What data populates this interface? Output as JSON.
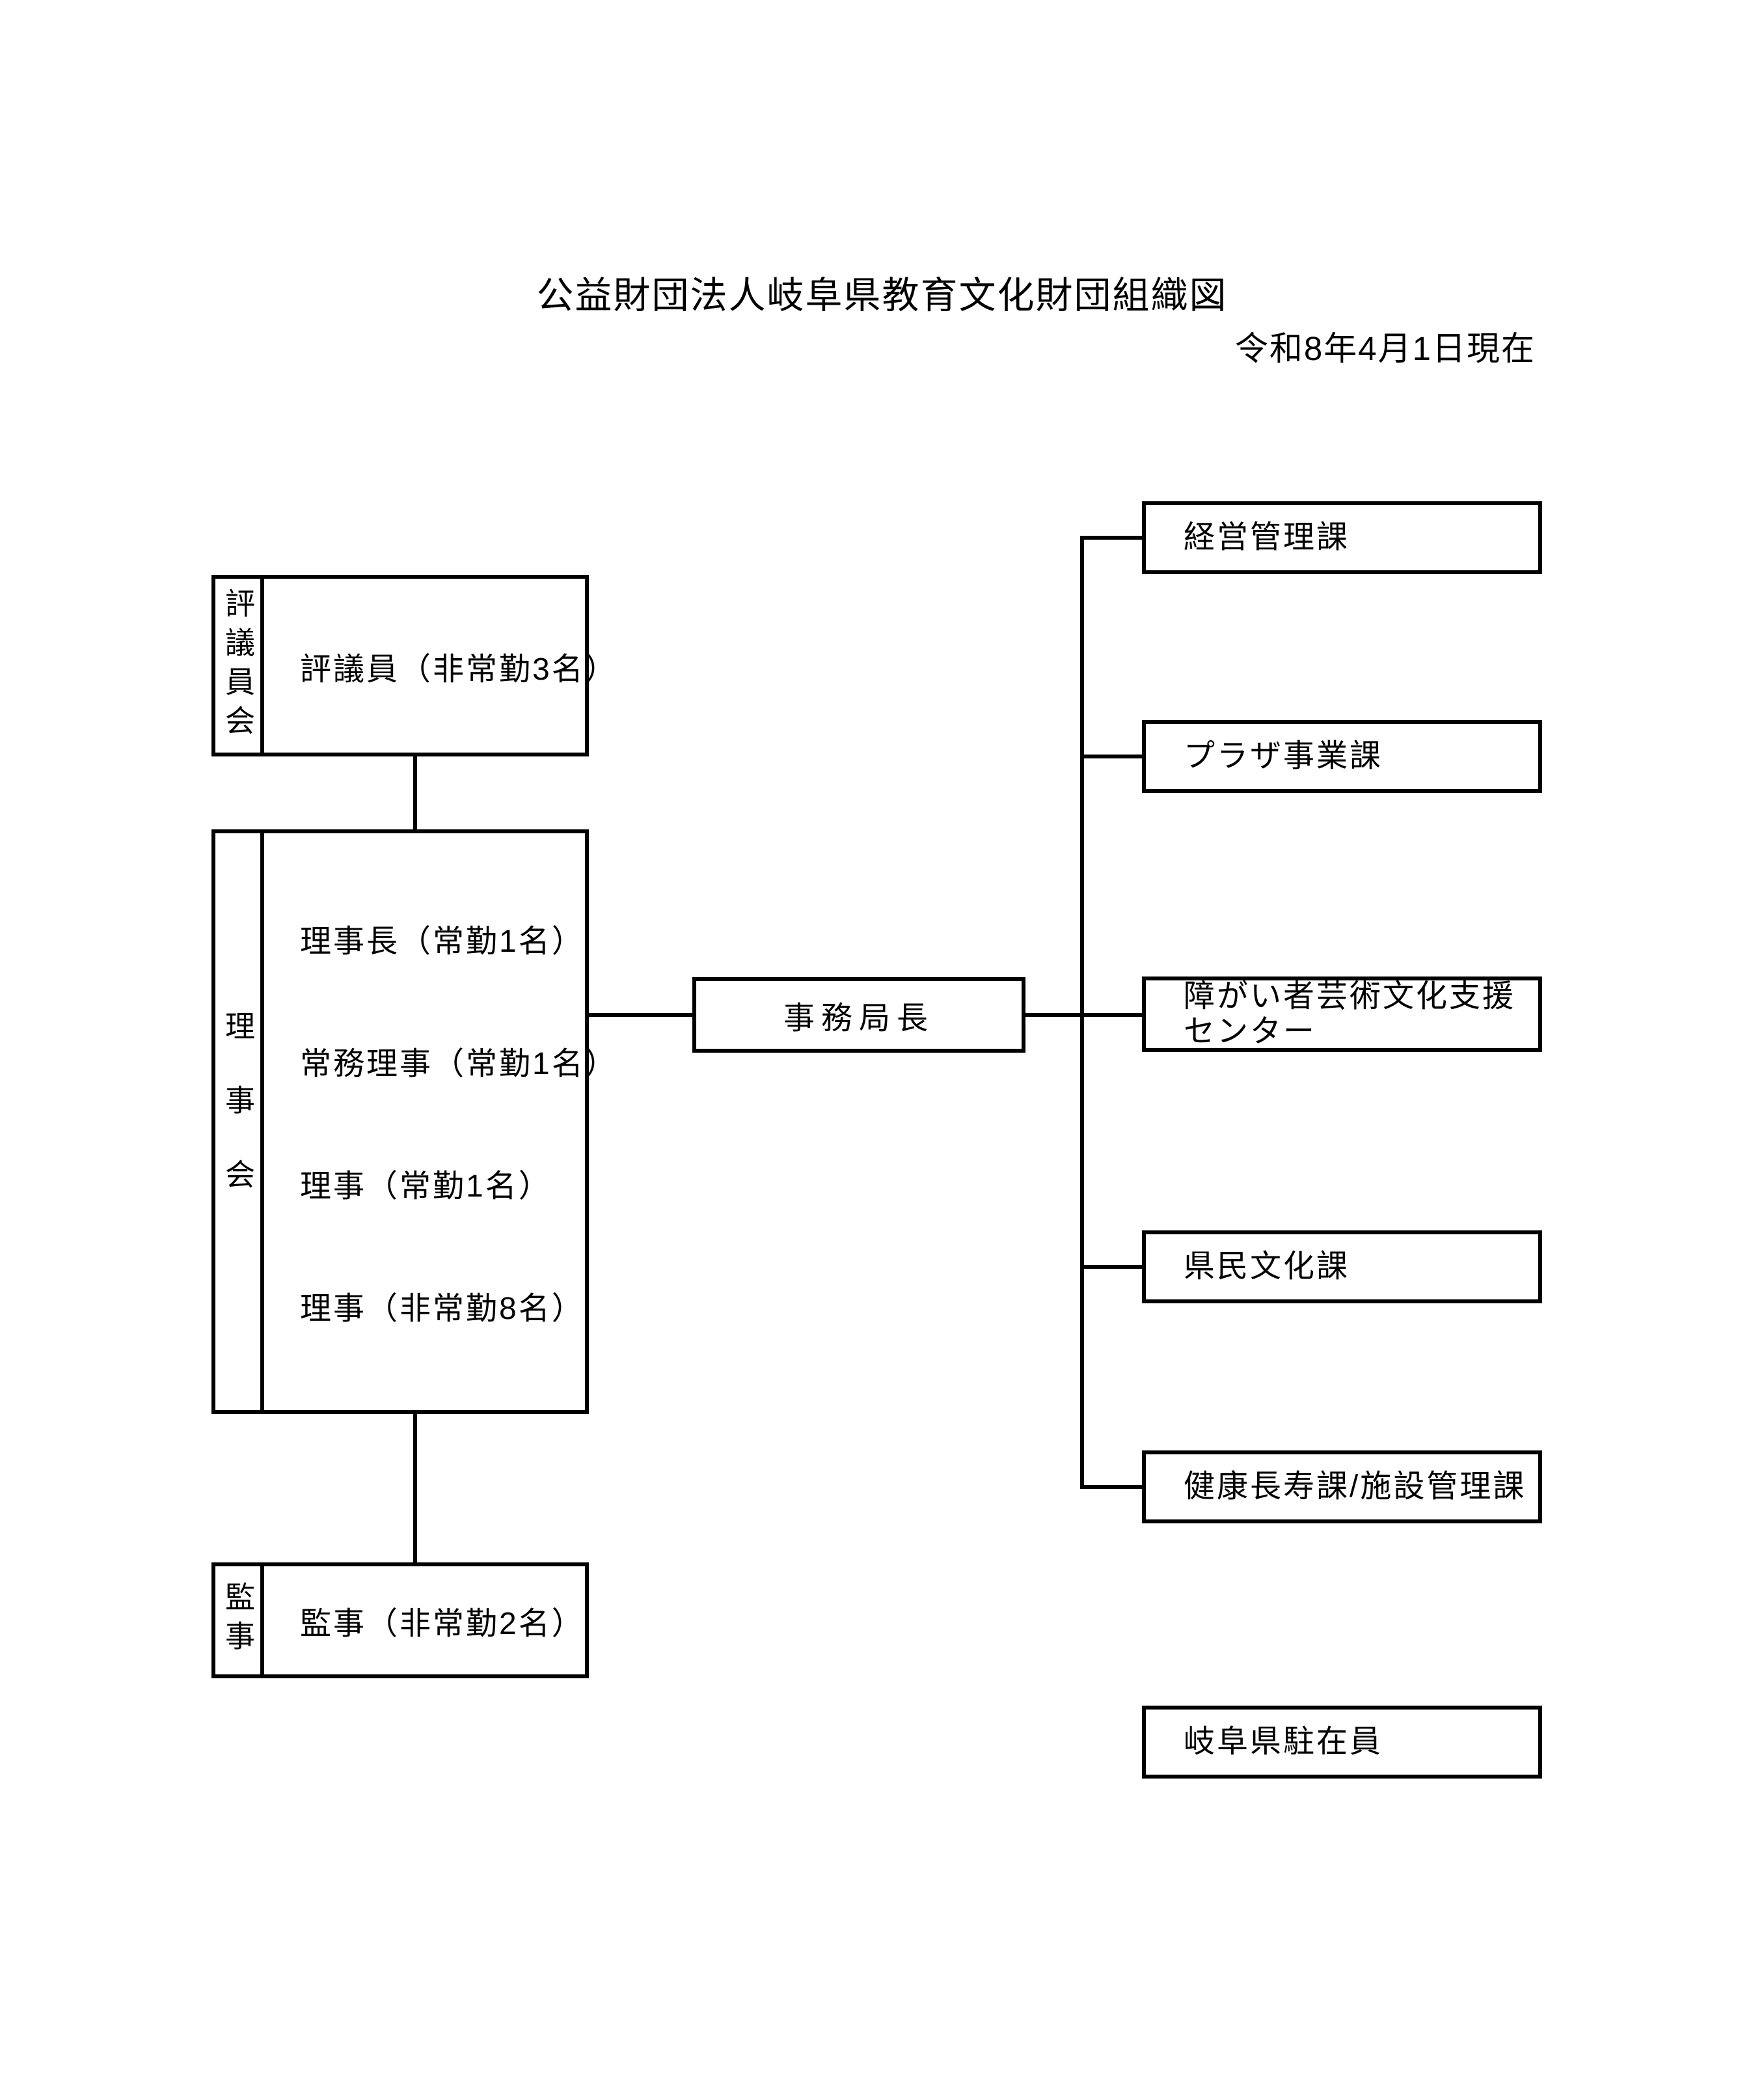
{
  "page": {
    "title": "公益財団法人岐阜県教育文化財団組織図",
    "as_of_date": "令和8年4月1日現在"
  },
  "org": {
    "council": {
      "label": "評議員会",
      "member": "評議員（非常勤3名）"
    },
    "board": {
      "label": "理事会",
      "members": [
        "理事長（常勤1名）",
        "常務理事（常勤1名）",
        "理事（常勤1名）",
        "理事（非常勤8名）"
      ]
    },
    "auditors": {
      "label": "監事",
      "member": "監事（非常勤2名）"
    },
    "secretary_general": {
      "label": "事務局長"
    },
    "departments": [
      {
        "lines": [
          "経営管理課"
        ]
      },
      {
        "lines": [
          "プラザ事業課"
        ]
      },
      {
        "lines": [
          "障がい者芸術文化支援",
          "センター"
        ]
      },
      {
        "lines": [
          "県民文化課"
        ]
      },
      {
        "lines": [
          "健康長寿課/施設管理課"
        ]
      }
    ],
    "detached": {
      "lines": [
        "岐阜県駐在員"
      ]
    }
  }
}
